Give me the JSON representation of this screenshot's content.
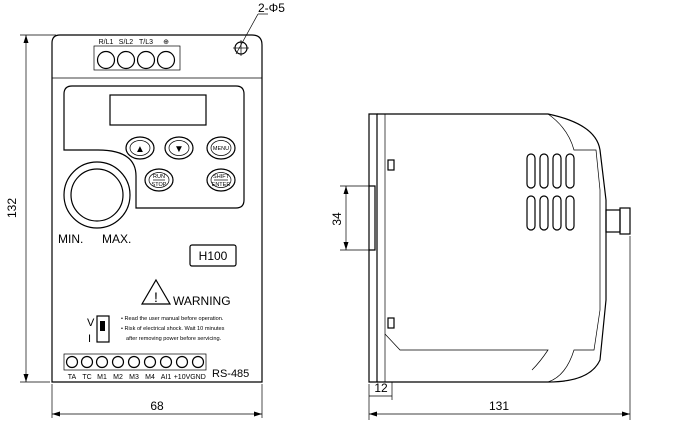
{
  "front_view": {
    "top_terminals": [
      "R/L1",
      "S/L2",
      "T/L3",
      "⊕"
    ],
    "hole_callout": "2-Φ5",
    "keypad": {
      "up_key": "▲",
      "down_key": "▼",
      "menu_key": "MENU",
      "run_key": [
        "RUN",
        "STOP"
      ],
      "shift_key": [
        "SHIFT",
        "ENTER"
      ]
    },
    "knob_min": "MIN.",
    "knob_max": "MAX.",
    "model": "H100",
    "warning_title": "WARNING",
    "warning_lines": [
      "• Read the user manual before operation.",
      "• Risk of electrical shock. Wait 10 minutes",
      "after removing power before servicing."
    ],
    "switch_labels": [
      "V",
      "I"
    ],
    "bottom_terminals": [
      "TA",
      "TC",
      "M1",
      "M2",
      "M3",
      "M4",
      "AI1",
      "+10V",
      "GND"
    ],
    "comm_label": "RS-485",
    "dim_height": "132",
    "dim_width": "68"
  },
  "side_view": {
    "dim_rail": "34",
    "dim_offset": "12",
    "dim_depth": "131"
  }
}
